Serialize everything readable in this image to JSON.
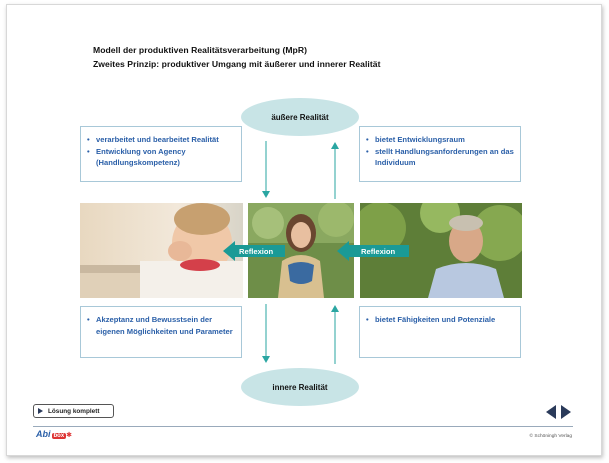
{
  "header": {
    "title_line1": "Modell der produktiven Realitätsverarbeitung (MpR)",
    "title_line2": "Zweites Prinzip: produktiver Umgang mit äußerer und innerer Realität"
  },
  "diagram": {
    "outer_reality": "äußere Realität",
    "inner_reality": "innere Realität",
    "box_top_left": [
      "verarbeitet und bearbeitet Realität",
      "Entwicklung von Agency (Handlungskompetenz)"
    ],
    "box_top_right": [
      "bietet Entwicklungsraum",
      "stellt Handlungsanforderungen an das Individuum"
    ],
    "box_bottom_left": [
      "Akzeptanz und Bewusstsein der eigenen Möglichkeiten und Parameter"
    ],
    "box_bottom_right": [
      "bietet Fähigkeiten und Potenziale"
    ],
    "reflexion_left": "Reflexion",
    "reflexion_right": "Reflexion"
  },
  "controls": {
    "solution_button": "Lösung komplett"
  },
  "footer": {
    "logo_text": "Abi",
    "logo_badge": "box",
    "copyright": "© Schöningh Verlag"
  },
  "colors": {
    "accent_teal": "#1a9a96",
    "ellipse_fill": "#c8e4e6",
    "text_blue": "#2a5fa8",
    "box_border": "#a8c8d8"
  }
}
